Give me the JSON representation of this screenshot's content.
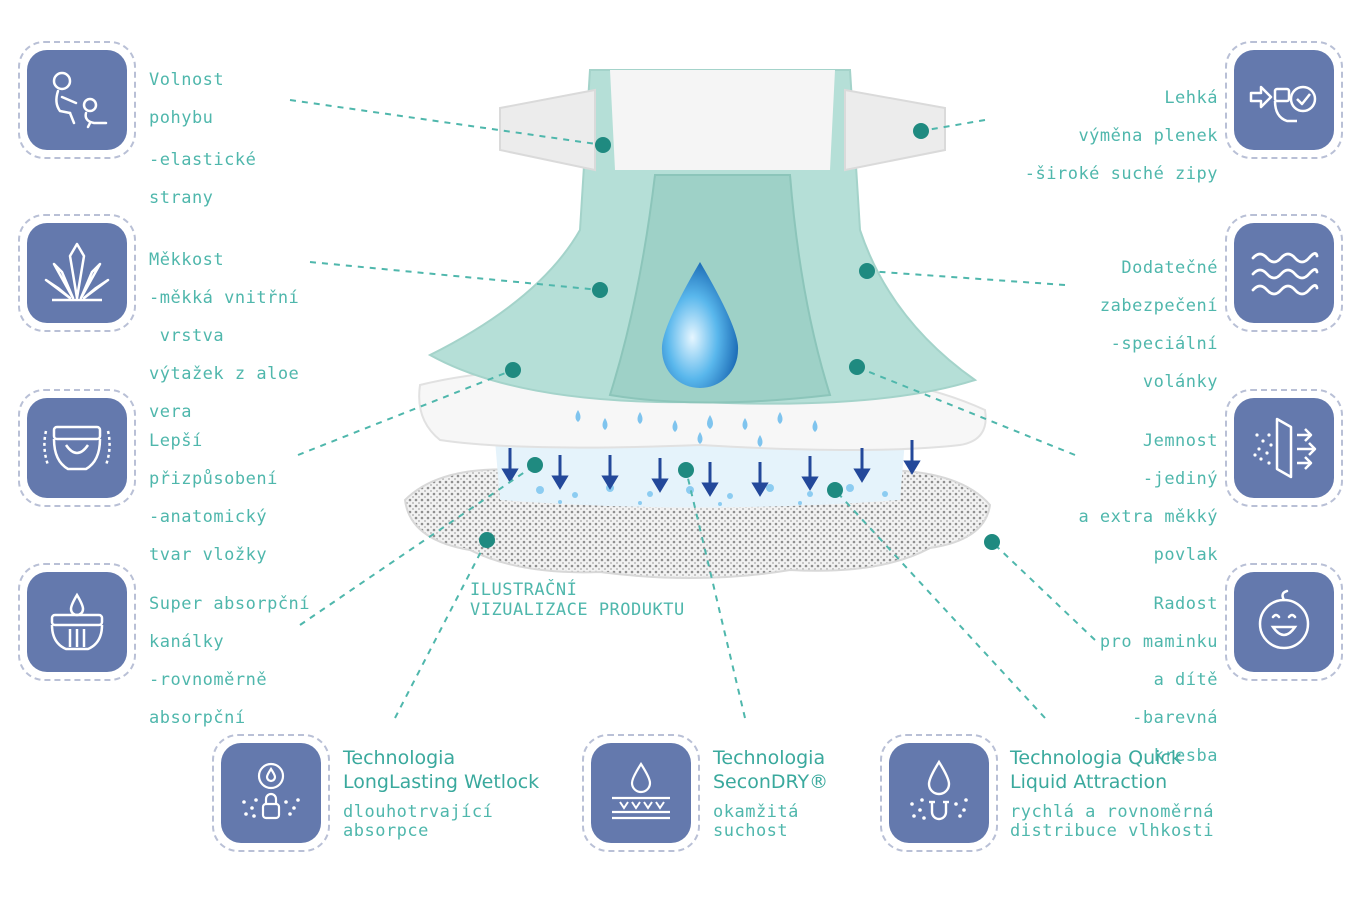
{
  "features_left": [
    {
      "icon": "baby-crawling-icon",
      "lines": [
        "Volnost",
        "pohybu",
        "-elastické",
        "strany"
      ]
    },
    {
      "icon": "aloe-icon",
      "lines": [
        "Měkkost",
        "-měkká vnitřní",
        " vrstva",
        "výtažek z aloe",
        "vera"
      ]
    },
    {
      "icon": "diaper-fit-icon",
      "lines": [
        "Lepší",
        "přizpůsobení",
        "-anatomický",
        "tvar vložky"
      ]
    },
    {
      "icon": "absorb-channels-icon",
      "lines": [
        "Super absorpční",
        "kanálky",
        "-rovnoměrně",
        "absorpční"
      ]
    }
  ],
  "features_right": [
    {
      "icon": "quick-change-icon",
      "lines": [
        "Lehká",
        "výměna plenek",
        "-široké suché zipy"
      ]
    },
    {
      "icon": "waves-icon",
      "lines": [
        "Dodatečné",
        "zabezpečení",
        "-speciální",
        "volánky"
      ]
    },
    {
      "icon": "soft-layer-icon",
      "lines": [
        "Jemnost",
        "-jediný",
        "a extra měkký",
        "povlak"
      ]
    },
    {
      "icon": "happy-baby-icon",
      "lines": [
        "Radost",
        "pro maminku",
        "a dítě",
        "-barevná",
        "kresba"
      ]
    }
  ],
  "note": [
    "ILUSTRAČNÍ",
    "VIZUALIZACE PRODUKTU"
  ],
  "technologies": [
    {
      "icon": "wetlock-icon",
      "title": [
        "Technologia",
        "LongLasting Wetlock"
      ],
      "desc": [
        "dlouhotrvající",
        "absorpce"
      ]
    },
    {
      "icon": "secondry-icon",
      "title": [
        "Technologia",
        "SeconDRY®"
      ],
      "desc": [
        "okamžitá",
        "suchost"
      ]
    },
    {
      "icon": "liquid-attraction-icon",
      "title": [
        "Technologia Quick",
        "Liquid Attraction"
      ],
      "desc": [
        "rychlá a rovnoměrná",
        "distribuce vlhkosti"
      ]
    }
  ],
  "colors": {
    "accent": "#4fb7ac",
    "icon_bg": "#6479ad",
    "dot": "#1f8a80",
    "diaper_mint": "#b5dfd7",
    "arrow": "#23489a"
  }
}
